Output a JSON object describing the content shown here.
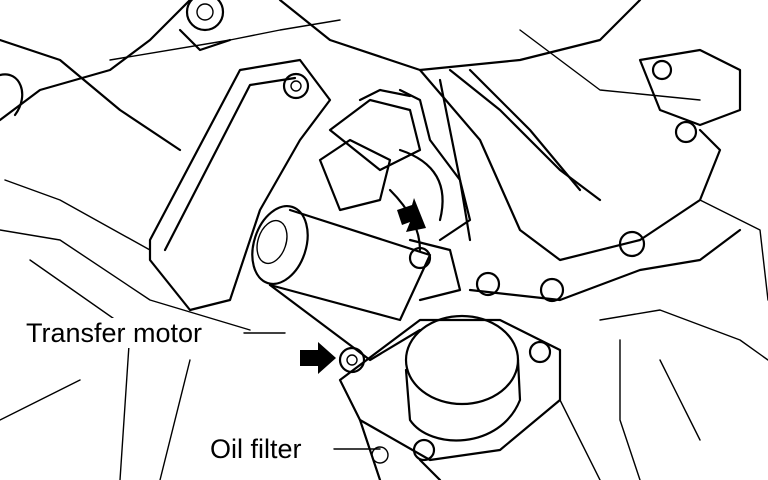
{
  "figure": {
    "labels": {
      "transfer_motor": "Transfer motor",
      "oil_filter": "Oil filter"
    },
    "markers": [
      "arrow-marker-upper",
      "arrow-marker-left"
    ],
    "colors": {
      "ink": "#000000",
      "paper": "#ffffff"
    }
  }
}
